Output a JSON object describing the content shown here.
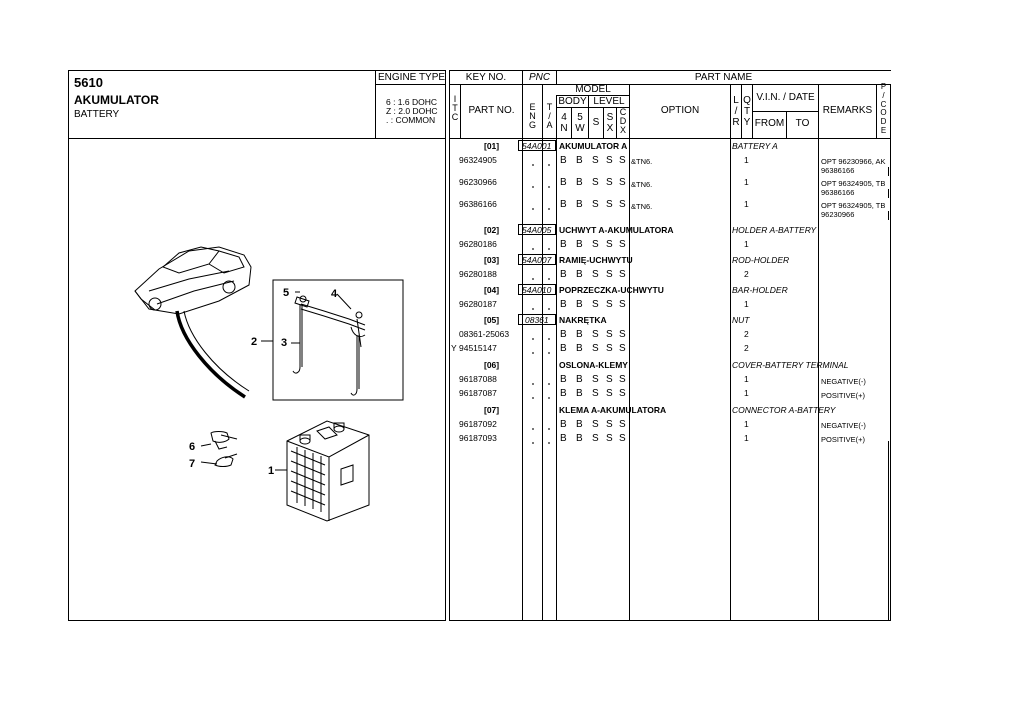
{
  "header": {
    "code": "5610",
    "title": "AKUMULATOR",
    "subtitle": "BATTERY",
    "engine_type_label": "ENGINE TYPE",
    "engine_types": [
      "6 : 1.6 DOHC",
      "Z : 2.0 DOHC",
      ". : COMMON"
    ],
    "key_no": "KEY NO.",
    "pnc": "PNC",
    "part_name": "PART NAME",
    "itc": [
      "I",
      "T",
      "C"
    ],
    "part_no": "PART NO.",
    "eng": [
      "E",
      "N",
      "G"
    ],
    "ta": [
      "T",
      "/",
      "A"
    ],
    "model": "MODEL",
    "body": "BODY",
    "level": "LEVEL",
    "body_4n": [
      "4",
      "N"
    ],
    "body_5w": [
      "5",
      "W"
    ],
    "lvl_s": "S",
    "lvl_sx": [
      "S",
      "X"
    ],
    "lvl_cdx": [
      "C",
      "D",
      "X"
    ],
    "option": "OPTION",
    "lr": [
      "L",
      "/",
      "R"
    ],
    "qty": [
      "Q",
      "T",
      "Y"
    ],
    "vin_date": "V.I.N. / DATE",
    "from": "FROM",
    "to": "TO",
    "remarks": "REMARKS",
    "pcode": [
      "P",
      "/",
      "C",
      "O",
      "D",
      "E"
    ]
  },
  "figure": {
    "callouts": [
      "1",
      "2",
      "3",
      "4",
      "5",
      "6",
      "7"
    ]
  },
  "groups": [
    {
      "key": "[01]",
      "pnc": "54A001",
      "name_pl": "AKUMULATOR A",
      "name_en": "BATTERY A"
    },
    {
      "key": "[02]",
      "pnc": "54A005",
      "name_pl": "UCHWYT A-AKUMULATORA",
      "name_en": "HOLDER A-BATTERY"
    },
    {
      "key": "[03]",
      "pnc": "54A007",
      "name_pl": "RAMIĘ-UCHWYTU",
      "name_en": "ROD-HOLDER"
    },
    {
      "key": "[04]",
      "pnc": "54A010",
      "name_pl": "POPRZECZKA-UCHWYTU",
      "name_en": "BAR-HOLDER"
    },
    {
      "key": "[05]",
      "pnc": "08361",
      "name_pl": "NAKRĘTKA",
      "name_en": "NUT"
    },
    {
      "key": "[06]",
      "pnc": "",
      "name_pl": "OSLONA-KLEMY",
      "name_en": "COVER-BATTERY TERMINAL"
    },
    {
      "key": "[07]",
      "pnc": "",
      "name_pl": "KLEMA A-AKUMULATORA",
      "name_en": "CONNECTOR A-BATTERY"
    }
  ],
  "parts": [
    {
      "itc": "",
      "part_no": "96324905",
      "body": [
        "B",
        "B"
      ],
      "level": [
        "S",
        "S",
        "S"
      ],
      "option": "&TN6.",
      "qty": "1",
      "remarks": [
        "OPT 96230966,  AK",
        "96386166"
      ]
    },
    {
      "itc": "",
      "part_no": "96230966",
      "body": [
        "B",
        "B"
      ],
      "level": [
        "S",
        "S",
        "S"
      ],
      "option": "&TN6.",
      "qty": "1",
      "remarks": [
        "OPT 96324905,  TB",
        "96386166"
      ]
    },
    {
      "itc": "",
      "part_no": "96386166",
      "body": [
        "B",
        "B"
      ],
      "level": [
        "S",
        "S",
        "S"
      ],
      "option": "&TN6.",
      "qty": "1",
      "remarks": [
        "OPT 96324905,  TB",
        "96230966"
      ]
    },
    {
      "itc": "",
      "part_no": "96280186",
      "body": [
        "B",
        "B"
      ],
      "level": [
        "S",
        "S",
        "S"
      ],
      "option": "",
      "qty": "1",
      "remarks": []
    },
    {
      "itc": "",
      "part_no": "96280188",
      "body": [
        "B",
        "B"
      ],
      "level": [
        "S",
        "S",
        "S"
      ],
      "option": "",
      "qty": "2",
      "remarks": []
    },
    {
      "itc": "",
      "part_no": "96280187",
      "body": [
        "B",
        "B"
      ],
      "level": [
        "S",
        "S",
        "S"
      ],
      "option": "",
      "qty": "1",
      "remarks": []
    },
    {
      "itc": "",
      "part_no": "08361-25063",
      "body": [
        "B",
        "B"
      ],
      "level": [
        "S",
        "S",
        "S"
      ],
      "option": "",
      "qty": "2",
      "remarks": []
    },
    {
      "itc": "Y",
      "part_no": "94515147",
      "body": [
        "B",
        "B"
      ],
      "level": [
        "S",
        "S",
        "S"
      ],
      "option": "",
      "qty": "2",
      "remarks": []
    },
    {
      "itc": "",
      "part_no": "96187088",
      "body": [
        "B",
        "B"
      ],
      "level": [
        "S",
        "S",
        "S"
      ],
      "option": "",
      "qty": "1",
      "remarks": [
        "NEGATIVE(-)"
      ]
    },
    {
      "itc": "",
      "part_no": "96187087",
      "body": [
        "B",
        "B"
      ],
      "level": [
        "S",
        "S",
        "S"
      ],
      "option": "",
      "qty": "1",
      "remarks": [
        "POSITIVE(+)"
      ]
    },
    {
      "itc": "",
      "part_no": "96187092",
      "body": [
        "B",
        "B"
      ],
      "level": [
        "S",
        "S",
        "S"
      ],
      "option": "",
      "qty": "1",
      "remarks": [
        "NEGATIVE(-)"
      ]
    },
    {
      "itc": "",
      "part_no": "96187093",
      "body": [
        "B",
        "B"
      ],
      "level": [
        "S",
        "S",
        "S"
      ],
      "option": "",
      "qty": "1",
      "remarks": [
        "POSITIVE(+)"
      ]
    }
  ]
}
